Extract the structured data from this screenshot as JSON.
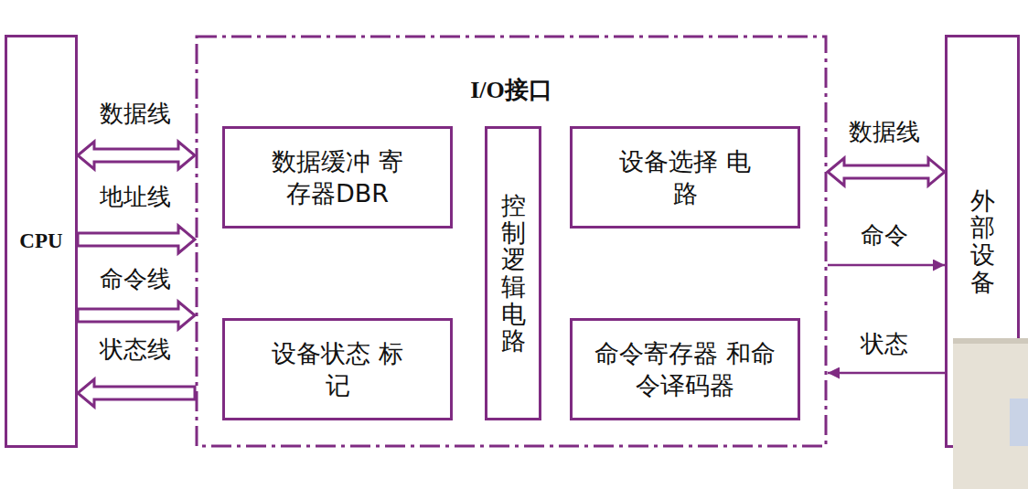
{
  "diagram": {
    "nodes": [
      {
        "text": [
          "CPU"
        ]
      },
      {
        "text": [
          "I/O接口"
        ]
      },
      {
        "text": [
          "数据缓冲 寄存器DBR"
        ],
        "in": 1
      },
      {
        "text": [
          "控制逻辑电路"
        ],
        "in": 1
      },
      {
        "text": [
          "设备选择 电路"
        ],
        "in": 1
      },
      {
        "text": [
          "设备状态 标记"
        ],
        "in": 1
      },
      {
        "text": [
          "命令寄存器 和命令译码器"
        ],
        "in": 1
      },
      {
        "text": [
          "外部设备"
        ]
      }
    ],
    "edges": [
      {
        "from": 0,
        "to": 1,
        "label": "数据线",
        "arrow": "both"
      },
      {
        "from": 0,
        "to": 1,
        "label": "地址线",
        "arrow": "to"
      },
      {
        "from": 0,
        "to": 1,
        "label": "命令线",
        "arrow": "to"
      },
      {
        "from": 1,
        "to": 0,
        "label": "状态线",
        "arrow": "to"
      },
      {
        "from": 1,
        "to": 7,
        "label": "数据线",
        "arrow": "both"
      },
      {
        "from": 1,
        "to": 7,
        "label": "命令",
        "arrow": "to"
      },
      {
        "from": 7,
        "to": 1,
        "label": "状态",
        "arrow": "to"
      }
    ]
  }
}
